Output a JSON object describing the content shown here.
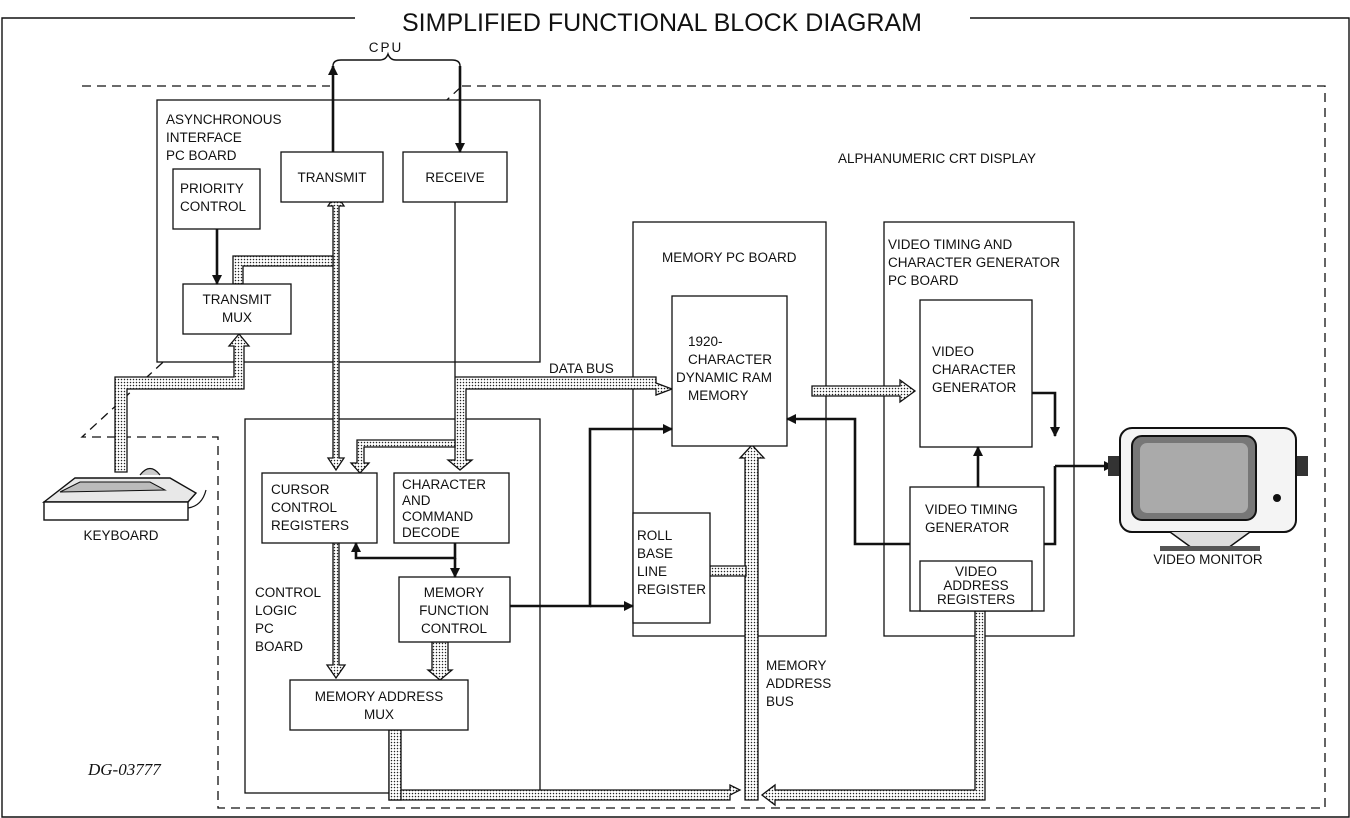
{
  "title": "SIMPLIFIED FUNCTIONAL BLOCK DIAGRAM",
  "cpu_label": "CPU",
  "display_label": "ALPHANUMERIC CRT DISPLAY",
  "drawing_number": "DG-03777",
  "boards": {
    "async": [
      "ASYNCHRONOUS",
      "INTERFACE",
      "PC BOARD"
    ],
    "memory": [
      "MEMORY PC BOARD"
    ],
    "video": [
      "VIDEO TIMING AND",
      "CHARACTER GENERATOR",
      "PC BOARD"
    ],
    "control": [
      "CONTROL",
      "LOGIC",
      "PC",
      "BOARD"
    ]
  },
  "blocks": {
    "priority_control": [
      "PRIORITY",
      "CONTROL"
    ],
    "transmit_mux": [
      "TRANSMIT",
      "MUX"
    ],
    "transmit": [
      "TRANSMIT"
    ],
    "receive": [
      "RECEIVE"
    ],
    "ram_memory": [
      "1920-",
      "CHARACTER",
      "DYNAMIC RAM",
      "MEMORY"
    ],
    "roll_register": [
      "ROLL",
      "BASE",
      "LINE",
      "REGISTER"
    ],
    "video_char_gen": [
      "VIDEO",
      "CHARACTER",
      "GENERATOR"
    ],
    "video_timing_gen": [
      "VIDEO TIMING",
      "GENERATOR"
    ],
    "video_addr_reg": [
      "VIDEO",
      "ADDRESS",
      "REGISTERS"
    ],
    "cursor_control": [
      "CURSOR",
      "CONTROL",
      "REGISTERS"
    ],
    "char_cmd_decode": [
      "CHARACTER",
      "AND",
      "COMMAND",
      "DECODE"
    ],
    "mem_func_control": [
      "MEMORY",
      "FUNCTION",
      "CONTROL"
    ],
    "mem_addr_mux": [
      "MEMORY ADDRESS",
      "MUX"
    ]
  },
  "bus_labels": {
    "data_bus": [
      "DATA BUS"
    ],
    "memory_address_bus": [
      "MEMORY",
      "ADDRESS",
      "BUS"
    ]
  },
  "devices": {
    "keyboard": [
      "KEYBOARD"
    ],
    "video_monitor": [
      "VIDEO MONITOR"
    ]
  }
}
